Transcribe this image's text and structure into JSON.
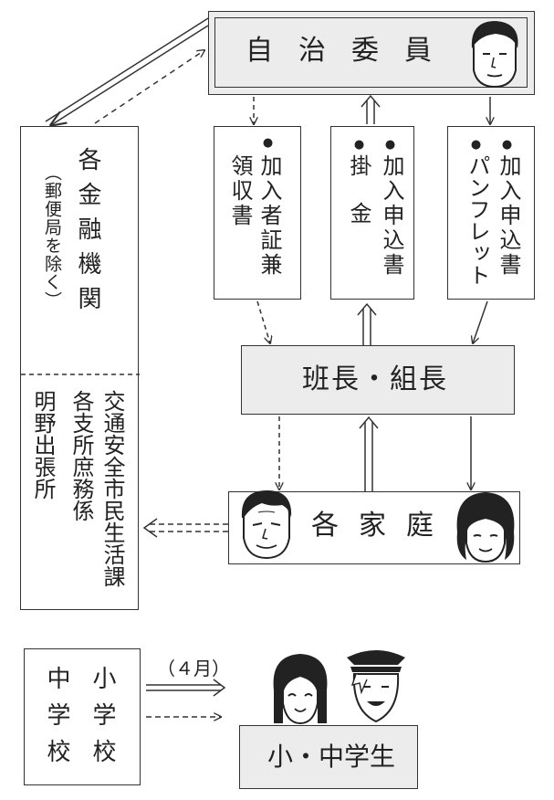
{
  "committee": {
    "label": "自治委員"
  },
  "banks": {
    "title": "各金融機関",
    "note": "（郵便局を除く）"
  },
  "offices": {
    "line1": "交通安全市民生活課",
    "line2": "各支所庶務係",
    "line3": "明野出張所"
  },
  "doc_receipt": {
    "bullet": "●",
    "line1": "加入者証兼",
    "line2": "領収書"
  },
  "doc_payment": {
    "bullet1": "●",
    "text1": "掛金",
    "bullet2": "●",
    "text2": "加入申込書"
  },
  "doc_pamphlet": {
    "bullet1": "●",
    "text1": "加入申込書",
    "bullet2": "●",
    "text2": "パンフレット"
  },
  "leader": {
    "label": "班長・組長"
  },
  "household": {
    "label": "各家庭"
  },
  "school": {
    "line1": "小学校",
    "line2": "中学校"
  },
  "april": {
    "label": "（４月）"
  },
  "students": {
    "label": "小・中学生"
  }
}
